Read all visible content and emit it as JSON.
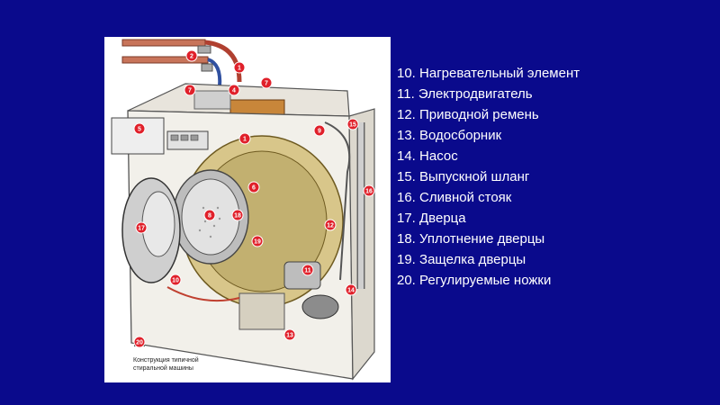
{
  "legend": [
    "10. Нагревательный элемент",
    "11. Электродвигатель",
    "12. Приводной ремень",
    "13. Водосборник",
    "14. Насос",
    "15. Выпускной шланг",
    "16. Сливной стояк",
    "17. Дверца",
    "18. Уплотнение дверцы",
    "19. Защелка дверцы",
    "20. Регулируемые ножки"
  ],
  "figure": {
    "caption_line1": "Конструкция типичной",
    "caption_line2": "стиральной машины",
    "markers": [
      "2",
      "1",
      "7",
      "4",
      "7",
      "5",
      "1",
      "9",
      "15",
      "6",
      "16",
      "17",
      "8",
      "18",
      "12",
      "19",
      "11",
      "10",
      "14",
      "13",
      "20"
    ]
  },
  "colors": {
    "background": "#0a0a8c",
    "marker": "#e0202a",
    "legend_text": "#ffffff"
  }
}
